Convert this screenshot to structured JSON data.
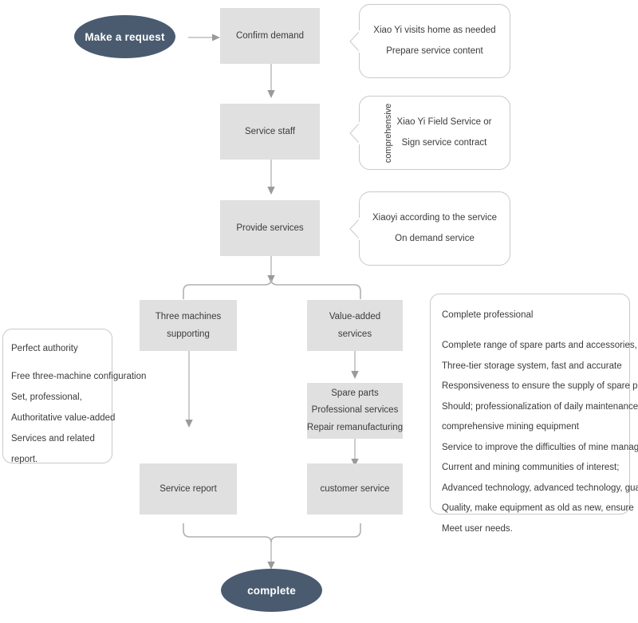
{
  "diagram": {
    "title_nodes": {
      "start": "Make a request",
      "end": "complete"
    },
    "process_boxes": [
      {
        "id": "confirm-demand",
        "lines": [
          "Confirm demand"
        ]
      },
      {
        "id": "service-staff",
        "lines": [
          "Service staff"
        ]
      },
      {
        "id": "provide-services",
        "lines": [
          "Provide services"
        ]
      },
      {
        "id": "three-machines",
        "lines": [
          "Three machines",
          "supporting"
        ]
      },
      {
        "id": "value-added",
        "lines": [
          "Value-added",
          "services"
        ]
      },
      {
        "id": "spare-parts",
        "lines": [
          "Spare parts",
          "Professional services",
          "Repair remanufacturing"
        ]
      },
      {
        "id": "service-report",
        "lines": [
          "Service report"
        ]
      },
      {
        "id": "customer-service",
        "lines": [
          "customer service"
        ]
      }
    ],
    "callouts": [
      {
        "id": "callout-confirm",
        "side_label": "",
        "lines": [
          "Xiao Yi visits home as needed",
          "Prepare service content"
        ]
      },
      {
        "id": "callout-staff",
        "side_label": "comprehensive",
        "lines": [
          "Xiao Yi Field Service or",
          "Sign service contract"
        ]
      },
      {
        "id": "callout-provide",
        "side_label": "",
        "lines": [
          "Xiaoyi according to the service",
          "On demand service"
        ]
      }
    ],
    "notes": [
      {
        "id": "note-left",
        "title": "Perfect authority",
        "lines": [
          "Free three-machine configuration",
          "Set, professional,",
          "Authoritative value-added",
          "Services and related",
          "report."
        ]
      },
      {
        "id": "note-right",
        "title": "Complete professional",
        "lines": [
          "Complete range of spare parts and accessories, perfect",
          "Three-tier storage system, fast and accurate",
          "Responsiveness to ensure the supply of spare parts",
          "Should; professionalization of daily maintenance of",
          "comprehensive mining equipment",
          "Service to improve the difficulties of mine management",
          "Current and mining communities of interest;",
          "Advanced technology, advanced technology, guarantee",
          "Quality, make equipment as old as new, ensure",
          "Meet user needs."
        ]
      }
    ],
    "colors": {
      "terminator_fill": "#4a5b70",
      "terminator_text": "#ffffff",
      "process_fill": "#e0e0e0",
      "process_text": "#3b3b3b",
      "connector": "#b0b0b0",
      "arrowhead": "#9a9a9a",
      "note_border": "#c9c9c9",
      "canvas": "#ffffff"
    }
  }
}
